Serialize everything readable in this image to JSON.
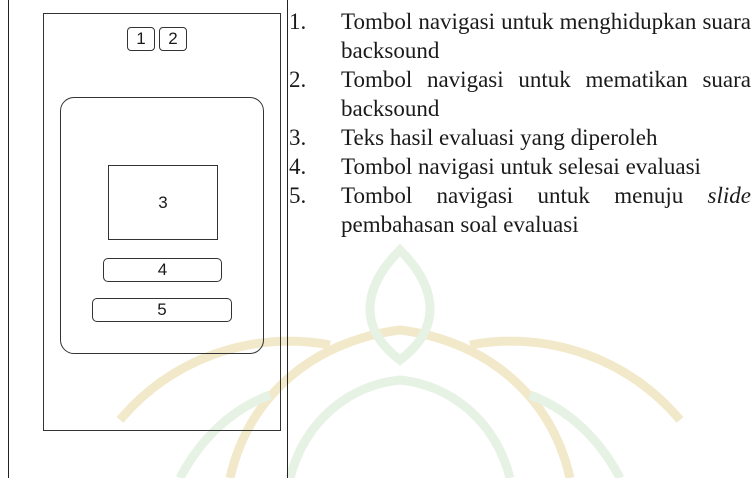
{
  "wireframe": {
    "button_1": "1",
    "button_2": "2",
    "box_3": "3",
    "button_4": "4",
    "button_5": "5"
  },
  "descriptions": [
    {
      "num": "1.",
      "text": "Tombol navigasi untuk menghidupkan suara backsound"
    },
    {
      "num": "2.",
      "text": "Tombol navigasi untuk mematikan suara backsound"
    },
    {
      "num": "3.",
      "text": "Teks hasil evaluasi yang diperoleh"
    },
    {
      "num": "4.",
      "text": "Tombol navigasi untuk selesai evaluasi"
    },
    {
      "num": "5.",
      "text_before": "Tombol navigasi untuk menuju",
      "text_italic": "slide",
      "text_after": "pembahasan soal evaluasi"
    }
  ],
  "colors": {
    "watermark_gold": "#f2e3a8",
    "watermark_green": "#d7ead3"
  }
}
